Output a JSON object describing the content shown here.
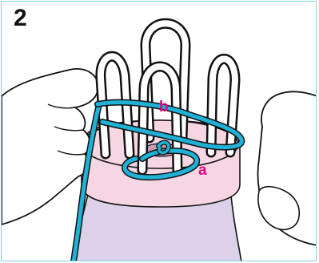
{
  "step": {
    "number": "2"
  },
  "labels": {
    "a": "a",
    "b": "b"
  },
  "colors": {
    "border": "#7fd3e6",
    "yarn": "#1fb2d6",
    "label": "#e6007e",
    "knitter_top": "#f7d6e4",
    "knitter_body": "#ddd1ea",
    "hand": "#ffffff"
  }
}
